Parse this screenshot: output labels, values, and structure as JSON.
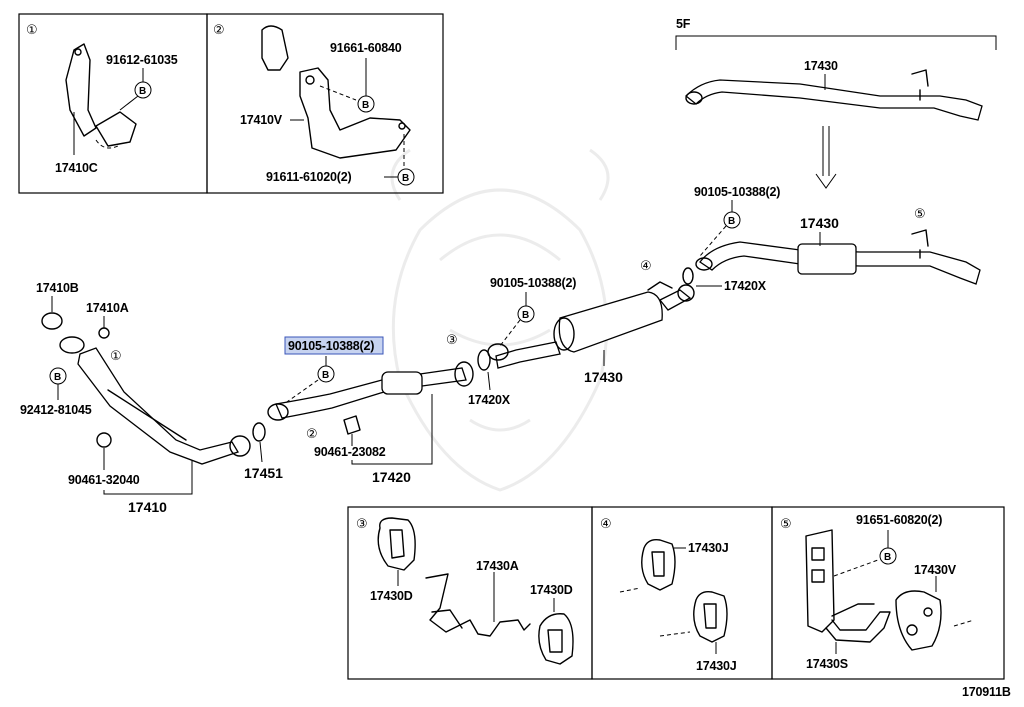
{
  "diagram": {
    "code": "170911B",
    "variant_label": "5F",
    "insets": {
      "inset1": {
        "circle": "①",
        "labels": {
          "bolt": "91612-61035",
          "bracket": "17410C"
        }
      },
      "inset2": {
        "circle": "②",
        "labels": {
          "top_bolt": "91661-60840",
          "bracket": "17410V",
          "bottom_bolt": "91611-61020(2)"
        }
      },
      "inset3": {
        "circle": "③",
        "labels": {
          "left": "17430D",
          "hanger": "17430A",
          "right": "17430D"
        }
      },
      "inset4": {
        "circle": "④",
        "labels": {
          "top": "17430J",
          "bottom": "17430J"
        }
      },
      "inset5": {
        "circle": "⑤",
        "labels": {
          "bolt": "91651-60820(2)",
          "support": "17430V",
          "hanger": "17430S"
        }
      }
    },
    "main": {
      "front_pipe": "17410",
      "front_gasket": "17410B",
      "front_nut": "17410A",
      "front_stud": "92412-81045",
      "front_clamp": "90461-32040",
      "gasket": "17451",
      "center_bolt_highlight": "90105-10388(2)",
      "center_clamp": "90461-23082",
      "center_pipe": "17420",
      "center_gasket": "17420X",
      "tail_bolt": "90105-10388(2)",
      "tail_pipe": "17430",
      "tail_gasket": "17420X",
      "tail_bolt_alt": "90105-10388(2)",
      "tail_pipe_alt": "17430",
      "tail_pipe_5f": "17430"
    },
    "circles": {
      "c1": "①",
      "c2": "②",
      "c3": "③",
      "c4": "④",
      "c5": "⑤"
    },
    "bolt_marker": "B"
  }
}
